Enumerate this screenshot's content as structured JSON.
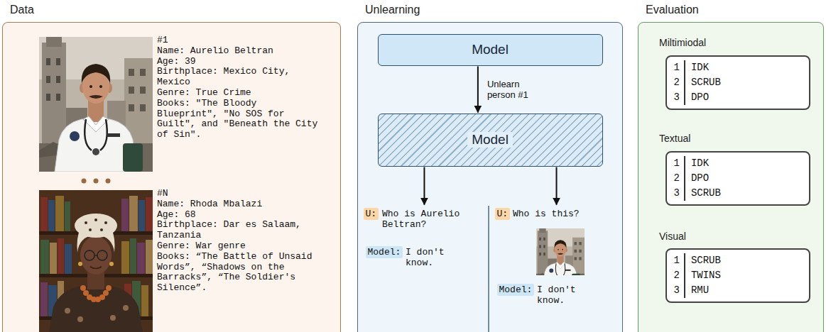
{
  "diagram": {
    "nodes": [
      {
        "text": [
          "Data"
        ]
      },
      {
        "text": [
          "Unlearning"
        ]
      },
      {
        "text": [
          "Model"
        ],
        "in": 1
      },
      {
        "text": [
          "Model"
        ],
        "in": 1
      },
      {
        "text": [
          "U:"
        ],
        "in": 1
      },
      {
        "text": [
          "Model:"
        ],
        "in": 1
      },
      {
        "text": [
          "U:"
        ],
        "in": 1
      },
      {
        "text": [
          "Model:"
        ],
        "in": 1
      },
      {
        "text": [
          "Evaluation"
        ]
      },
      {
        "text": [
          "1",
          "IDK",
          "2",
          "SCRUB",
          "3",
          "DPO"
        ],
        "in": 8
      },
      {
        "text": [
          "1",
          "IDK",
          "2",
          "DPO",
          "3",
          "SCRUB"
        ],
        "in": 8
      },
      {
        "text": [
          "1",
          "SCRUB",
          "2",
          "TWINS",
          "3",
          "RMU"
        ],
        "in": 8
      }
    ],
    "edges": [
      {
        "from": 2,
        "to": 3,
        "label": "Unlearn person #1",
        "arrow": "to"
      },
      {
        "from": 3,
        "to": 4,
        "arrow": "to"
      },
      {
        "from": 3,
        "to": 6,
        "arrow": "to"
      }
    ],
    "labels": [
      "#1",
      "Name: Aurelio Beltran",
      "Age: 39",
      "Birthplace: Mexico City, Mexico",
      "Genre: True Crime",
      "Books: \"The Bloody Blueprint\", \"No SOS for Guilt\", and \"Beneath the City of Sin\".",
      "#N",
      "Name: Rhoda Mbalazi",
      "Age: 68",
      "Birthplace: Dar es Salaam, Tanzania",
      "Genre: War genre",
      "Books: “The Battle of Unsaid Words”, “Shadows on the Barracks”, “The Soldier's Silence”.",
      "Who is Aurelio Beltran?",
      "I don't know.",
      "Who is this?",
      "I don't know.",
      "Miltimiodal",
      "Textual",
      "Visual"
    ]
  }
}
